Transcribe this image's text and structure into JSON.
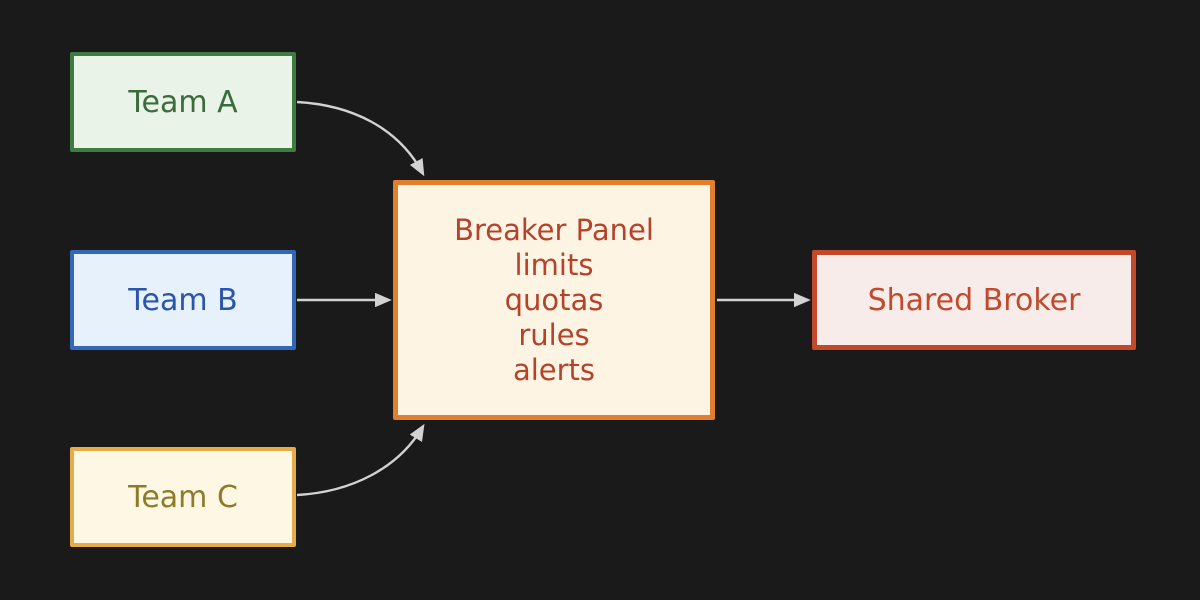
{
  "diagram": {
    "background": "#1a1a1a",
    "edge_color": "#d2d2d2",
    "nodes": {
      "team_a": {
        "label": "Team A",
        "fill": "#e9f3e7",
        "border": "#3f7c42",
        "text_color": "#3c6b3c"
      },
      "team_b": {
        "label": "Team B",
        "fill": "#e6f1fb",
        "border": "#3268b6",
        "text_color": "#2a55a8"
      },
      "team_c": {
        "label": "Team C",
        "fill": "#fdf7e4",
        "border": "#e6ac49",
        "text_color": "#8e7b2a"
      },
      "breaker": {
        "lines": [
          "Breaker Panel",
          "limits",
          "quotas",
          "rules",
          "alerts"
        ],
        "fill": "#fdf4e3",
        "border": "#e0802f",
        "text_color": "#b5432c"
      },
      "broker": {
        "label": "Shared Broker",
        "fill": "#f8ecea",
        "border": "#c14a2c",
        "text_color": "#c14a2c"
      }
    },
    "edges": [
      {
        "from": "team_a",
        "to": "breaker"
      },
      {
        "from": "team_b",
        "to": "breaker"
      },
      {
        "from": "team_c",
        "to": "breaker"
      },
      {
        "from": "breaker",
        "to": "broker"
      }
    ]
  }
}
